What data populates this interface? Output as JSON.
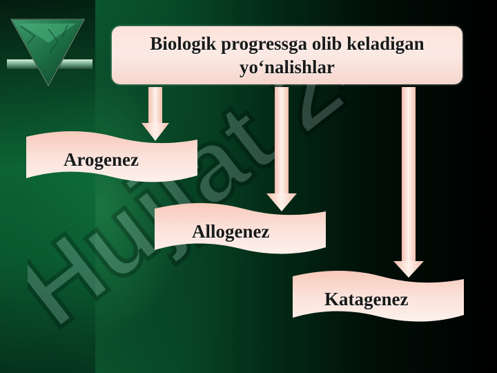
{
  "title": "Biologik progressga olib keladigan yo‘nalishlar",
  "branches": [
    {
      "label": "Arogenez"
    },
    {
      "label": "Allogenez"
    },
    {
      "label": "Katagenez"
    }
  ],
  "watermark_text": "Hujjat 24"
}
